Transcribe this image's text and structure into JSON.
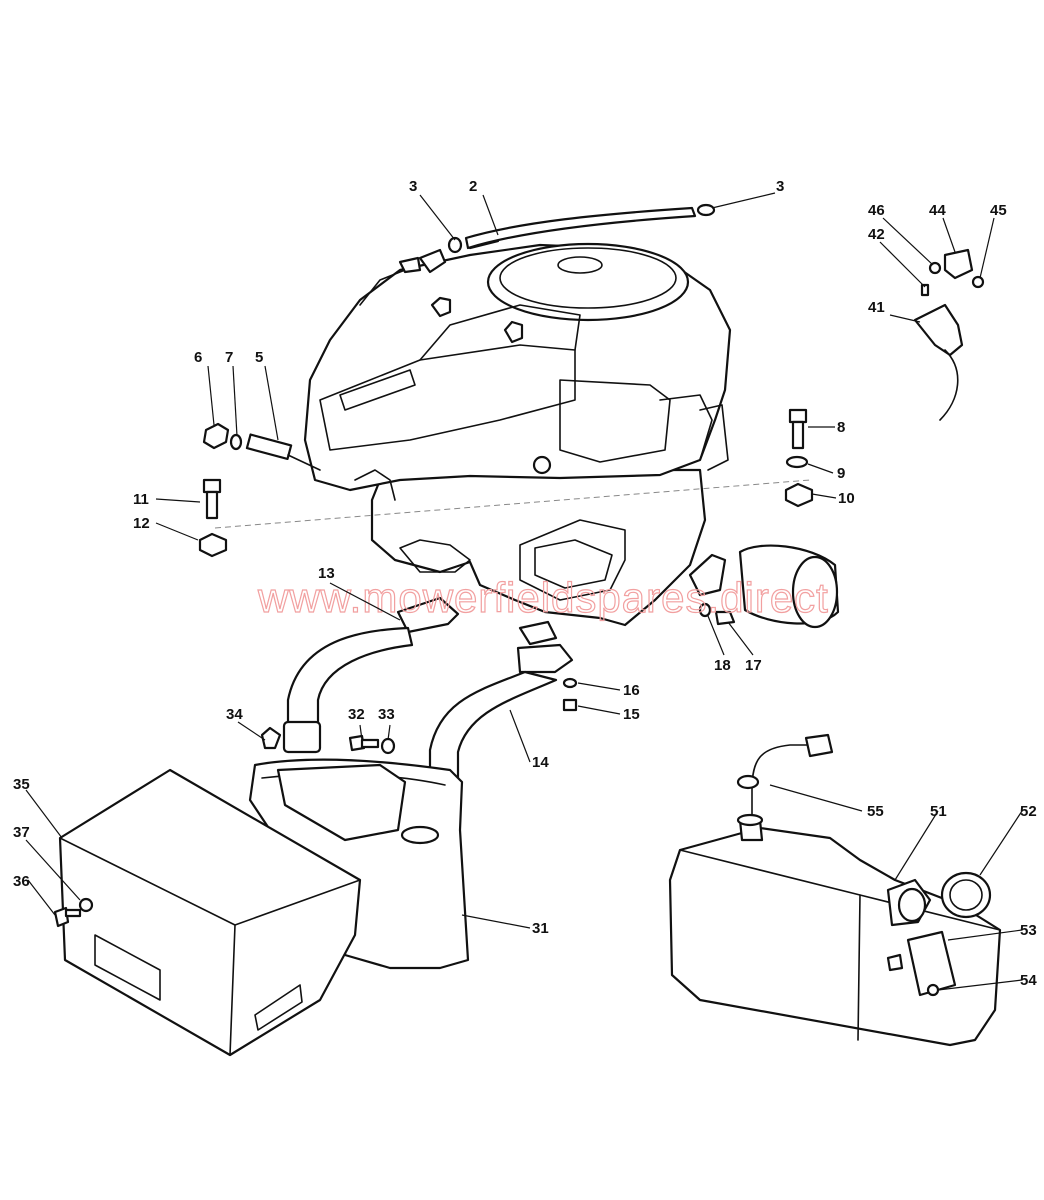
{
  "watermark": "www.mowerfieldspares.direct",
  "callouts": {
    "c3a": "3",
    "c2": "2",
    "c3b": "3",
    "c46": "46",
    "c44": "44",
    "c45": "45",
    "c42": "42",
    "c41": "41",
    "c6": "6",
    "c7": "7",
    "c5": "5",
    "c8": "8",
    "c9": "9",
    "c10": "10",
    "c11": "11",
    "c12": "12",
    "c13": "13",
    "c18": "18",
    "c17": "17",
    "c16": "16",
    "c15": "15",
    "c34": "34",
    "c32": "32",
    "c33": "33",
    "c14": "14",
    "c35": "35",
    "c37": "37",
    "c36": "36",
    "c31": "31",
    "c55": "55",
    "c51": "51",
    "c52": "52",
    "c53": "53",
    "c54": "54"
  }
}
